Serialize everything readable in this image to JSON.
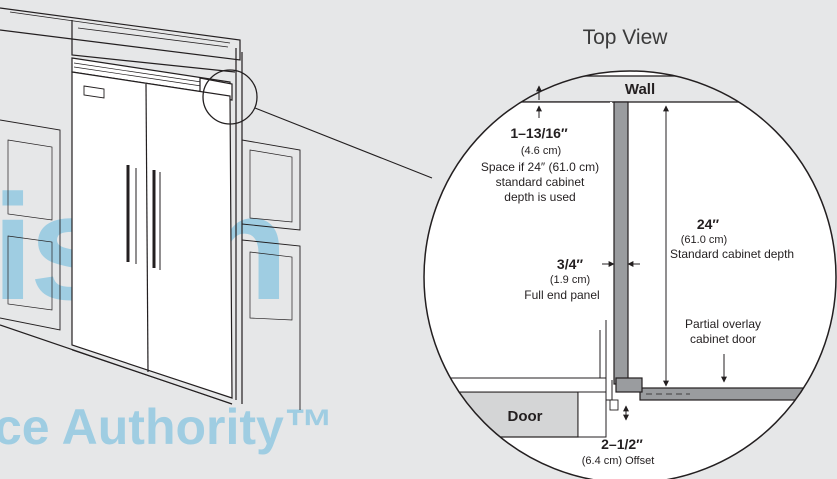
{
  "title": "Top View",
  "labels": {
    "wall": "Wall",
    "door": "Door"
  },
  "dimensions": {
    "top_clearance": {
      "value": "1–13/16″",
      "metric": "(4.6 cm)",
      "note_line1": "Space if 24″ (61.0 cm)",
      "note_line2": "standard cabinet",
      "note_line3": "depth is used"
    },
    "cabinet_depth": {
      "value": "24″",
      "metric": "(61.0 cm)",
      "note": "Standard cabinet depth"
    },
    "end_panel": {
      "value": "3/4″",
      "metric": "(1.9 cm)",
      "note": "Full end panel"
    },
    "offset": {
      "value": "2–1/2″",
      "metric_note": "(6.4 cm) Offset"
    },
    "overlay_door": {
      "line1": "Partial overlay",
      "line2": "cabinet door"
    }
  },
  "watermark": {
    "large": "ison",
    "small": "ce Authority™"
  },
  "colors": {
    "background": "#e6e7e8",
    "line": "#231f20",
    "panel_fill": "#9a9c9f",
    "door_fill": "#d4d5d6",
    "watermark": "#1d9fd8"
  }
}
